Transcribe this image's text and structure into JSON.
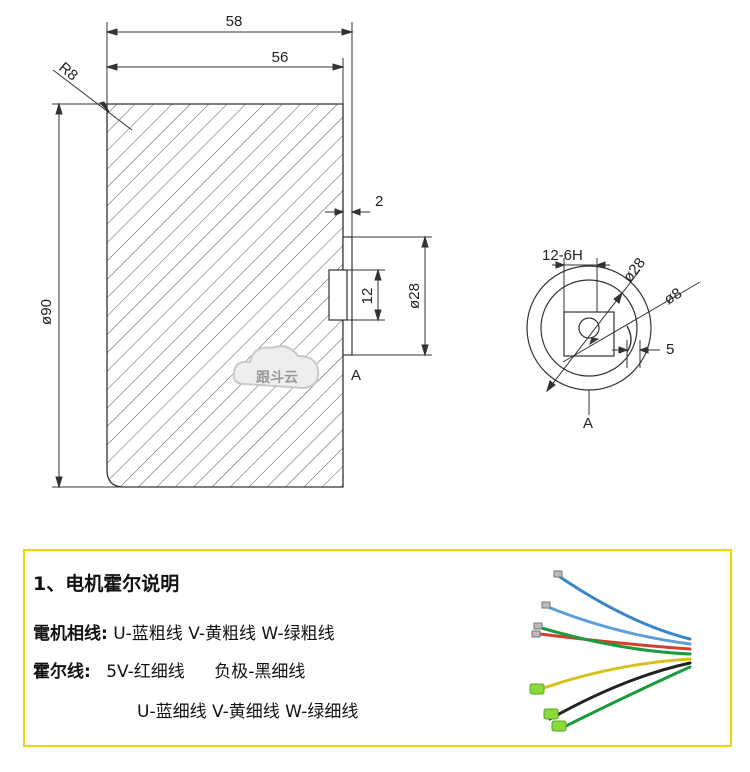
{
  "drawing": {
    "dims": {
      "width_outer": "58",
      "width_body": "56",
      "radius": "R8",
      "diameter_body": "ø90",
      "shaft_step": "2",
      "flat_height": "12",
      "shaft_diameter": "ø28",
      "section_mark_side": "A",
      "flat_width": "12-6H",
      "end_diameter": "ø28",
      "hole_diameter": "ø8",
      "offset": "5",
      "section_mark_end": "A"
    },
    "watermark": "跟斗云"
  },
  "info": {
    "heading": "1、电机霍尔说明",
    "phase_label": "電机相线:",
    "phase_values": "U-蓝粗线 V-黄粗线 W-绿粗线",
    "hall_label": "霍尔线:",
    "hall_values_1a": "5V-红细线",
    "hall_values_1b": "负极-黑细线",
    "hall_values_2": "U-蓝细线  V-黄细线 W-绿细线"
  },
  "wire_colors": [
    "#3a86c8",
    "#1a9b3c",
    "#d8c21a",
    "#d2402d",
    "#222222",
    "#3a86c8",
    "#1a9b3c"
  ]
}
